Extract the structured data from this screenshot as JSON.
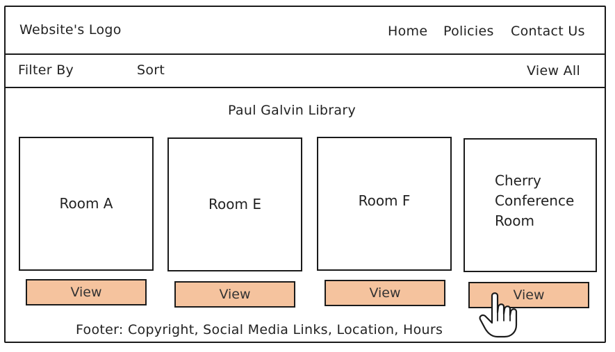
{
  "header": {
    "logo_text": "Website's Logo",
    "nav": [
      "Home",
      "Policies",
      "Contact Us"
    ]
  },
  "toolbar": {
    "filter_label": "Filter By",
    "sort_label": "Sort",
    "view_all_label": "View All"
  },
  "main": {
    "title": "Paul Galvin Library",
    "rooms": [
      {
        "name": "Room A",
        "button": "View"
      },
      {
        "name": "Room E",
        "button": "View"
      },
      {
        "name": "Room F",
        "button": "View"
      },
      {
        "name": "Cherry\nConference\nRoom",
        "button": "View"
      }
    ]
  },
  "footer": {
    "text": "Footer: Copyright, Social Media Links, Location, Hours"
  },
  "colors": {
    "button_fill": "#f5c39e",
    "stroke": "#1a1a1a"
  },
  "icons": {
    "cursor": "hand-pointer-icon"
  }
}
